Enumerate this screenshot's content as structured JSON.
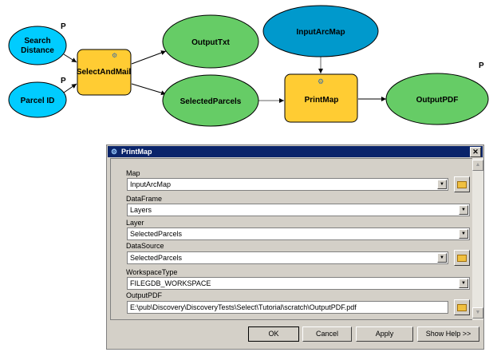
{
  "diagram": {
    "nodes": {
      "search_distance": [
        "Search",
        "Distance"
      ],
      "parcel_id": "Parcel ID",
      "select_and_mail": "SelectAndMail",
      "output_txt": "OutputTxt",
      "selected_parcels": "SelectedParcels",
      "input_arc_map": "InputArcMap",
      "print_map": "PrintMap",
      "output_pdf": "OutputPDF"
    },
    "parameter_marker": "P",
    "colors": {
      "input_var": "#00ccff",
      "tool": "#ffcc33",
      "derived": "#66cc66",
      "model_var": "#0099cc"
    }
  },
  "dialog": {
    "title": "PrintMap",
    "close": "✕",
    "fields": [
      {
        "label": "Map",
        "value": "InputArcMap"
      },
      {
        "label": "DataFrame",
        "value": "Layers"
      },
      {
        "label": "Layer",
        "value": "SelectedParcels"
      },
      {
        "label": "DataSource",
        "value": "SelectedParcels"
      },
      {
        "label": "WorkspaceType",
        "value": "FILEGDB_WORKSPACE"
      },
      {
        "label": "OutputPDF",
        "value": "E:\\pub\\Discovery\\DiscoveryTests\\Select\\Tutorial\\scratch\\OutputPDF.pdf"
      }
    ],
    "buttons": {
      "ok": "OK",
      "cancel": "Cancel",
      "apply": "Apply",
      "help": "Show Help >>"
    }
  }
}
